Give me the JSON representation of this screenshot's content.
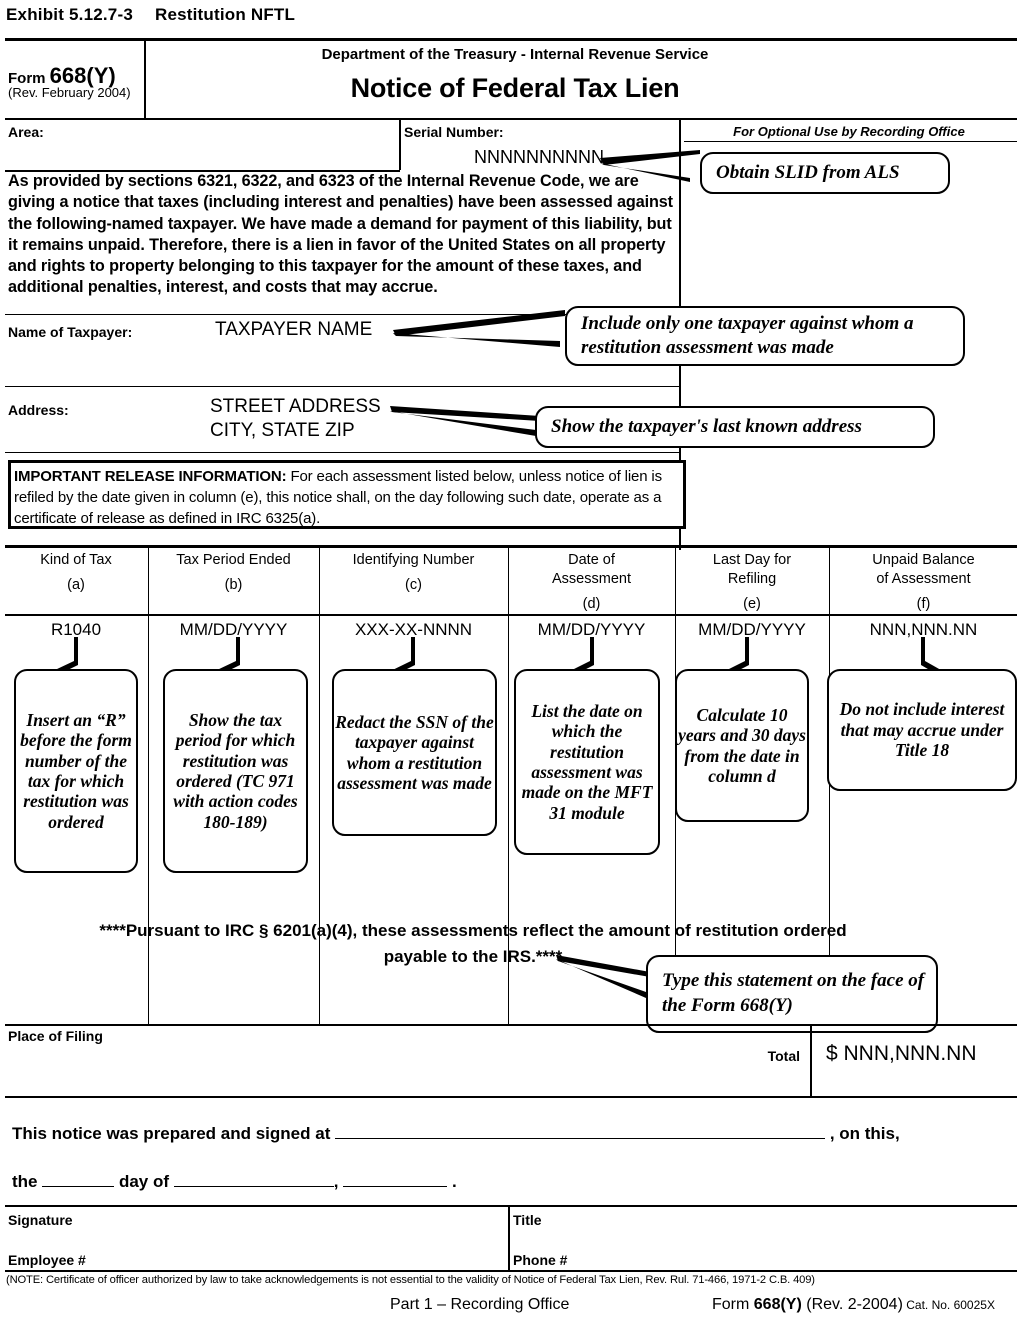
{
  "exhibit": {
    "number": "Exhibit 5.12.7-3",
    "title": "Restitution NFTL"
  },
  "form": {
    "form_label": "Form",
    "form_number": "668(Y)",
    "revision": "(Rev. February 2004)",
    "department": "Department of the Treasury - Internal Revenue Service",
    "title": "Notice of Federal Tax Lien"
  },
  "header_row": {
    "area_label": "Area:",
    "serial_label": "Serial Number:",
    "serial_value": "NNNNNNNNNN",
    "optional_use": "For Optional Use by Recording Office"
  },
  "body_paragraph": "As provided by sections 6321, 6322, and 6323 of the Internal Revenue Code, we are giving a notice that taxes (including interest and penalties) have been assessed against the following-named taxpayer.  We have made a demand for payment of this liability, but it remains unpaid.  Therefore, there is a lien in favor of the United States on all property and rights to property belonging to this taxpayer for the amount of these taxes, and additional penalties, interest, and costs that may accrue.",
  "taxpayer": {
    "name_label": "Name of Taxpayer:",
    "name_value": "TAXPAYER NAME",
    "address_label": "Address:",
    "address_line1": "STREET ADDRESS",
    "address_line2": "CITY, STATE ZIP"
  },
  "release_info": {
    "heading": "IMPORTANT RELEASE INFORMATION:",
    "text": " For each assessment listed below, unless notice of lien is refiled by the date given in column (e), this notice shall, on the day following such date, operate as a certificate of release as defined in IRC 6325(a)."
  },
  "table": {
    "columns": [
      {
        "header_line1": "",
        "header_line2": "Kind of Tax",
        "letter": "(a)",
        "value": "R1040"
      },
      {
        "header_line1": "",
        "header_line2": "Tax Period Ended",
        "letter": "(b)",
        "value": "MM/DD/YYYY"
      },
      {
        "header_line1": "",
        "header_line2": "Identifying Number",
        "letter": "(c)",
        "value": "XXX-XX-NNNN"
      },
      {
        "header_line1": "Date of",
        "header_line2": "Assessment",
        "letter": "(d)",
        "value": "MM/DD/YYYY"
      },
      {
        "header_line1": "Last Day for",
        "header_line2": "Refiling",
        "letter": "(e)",
        "value": "MM/DD/YYYY"
      },
      {
        "header_line1": "Unpaid Balance",
        "header_line2": "of Assessment",
        "letter": "(f)",
        "value": "NNN,NNN.NN"
      }
    ]
  },
  "callouts": {
    "slid": "Obtain SLID from ALS",
    "one_taxpayer": "Include only one taxpayer against whom a restitution assessment was made",
    "last_known_address": "Show the taxpayer's last known address",
    "col_a": "Insert an “R” before the form number of the tax for which restitution was ordered",
    "col_b": "Show the tax period for which restitution was ordered (TC 971 with action codes 180-189)",
    "col_c": "Redact the SSN of the taxpayer against whom a restitution assessment was made",
    "col_d": "List the date on which the restitution assessment was made on the MFT 31 module",
    "col_e": "Calculate 10 years and 30 days from the date in column d",
    "col_f": "Do not include interest that may accrue under Title 18",
    "type_statement": "Type this statement on the face of the Form 668(Y)"
  },
  "irc_statement": "****Pursuant to IRC § 6201(a)(4), these assessments reflect the amount of restitution ordered payable to the IRS.****",
  "filing": {
    "place_of_filing_label": "Place of Filing",
    "total_label": "Total",
    "total_value": "$ NNN,NNN.NN"
  },
  "prepared": {
    "line1_prefix": "This notice was prepared and signed at",
    "line1_suffix": ", on this,",
    "line2_the": "the",
    "line2_dayof": "day of",
    "line2_comma": ",",
    "line2_period": "."
  },
  "signature_block": {
    "signature_label": "Signature",
    "title_label": "Title",
    "employee_label": "Employee #",
    "phone_label": "Phone #",
    "note": "(NOTE: Certificate of officer authorized by law to take acknowledgements is not essential to the validity of Notice of Federal Tax Lien, Rev. Rul. 71-466, 1971-2 C.B. 409)"
  },
  "footer": {
    "part": "Part 1 – Recording Office",
    "form_prefix": "Form ",
    "form_number": "668(Y)",
    "form_rev": " (Rev. 2-2004)",
    "catalog": " Cat. No. 60025X"
  }
}
